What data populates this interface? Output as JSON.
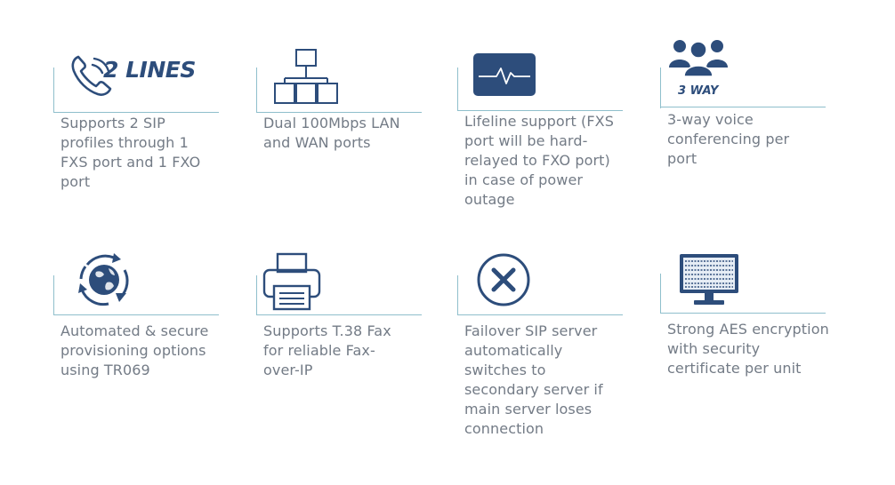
{
  "features": [
    {
      "text": "Supports 2 SIP\nprofiles through 1\nFXS port and 1 FXO\nport",
      "icon": "phone-icon",
      "badge": "2 LINES"
    },
    {
      "text": "Dual 100Mbps LAN\nand WAN ports",
      "icon": "network-icon"
    },
    {
      "text": "Lifeline support (FXS\nport will be hard-\nrelayed to FXO port)\nin case of power\noutage",
      "icon": "heartbeat-monitor-icon"
    },
    {
      "text": "3-way voice\nconferencing per\nport",
      "icon": "people-group-icon",
      "badge": "3 WAY"
    },
    {
      "text": "Automated & secure\nprovisioning options\nusing TR069",
      "icon": "globe-refresh-icon"
    },
    {
      "text": "Supports T.38 Fax\nfor reliable Fax-\nover-IP",
      "icon": "fax-icon"
    },
    {
      "text": "Failover SIP server\nautomatically\nswitches to\nsecondary server if\nmain server loses\nconnection",
      "icon": "close-circle-icon"
    },
    {
      "text": "Strong AES encryption\nwith security\ncertificate per unit",
      "icon": "encrypted-monitor-icon"
    }
  ],
  "colors": {
    "icon": "#2d4d7b",
    "line": "#8fbfcc",
    "text": "#737b86"
  }
}
